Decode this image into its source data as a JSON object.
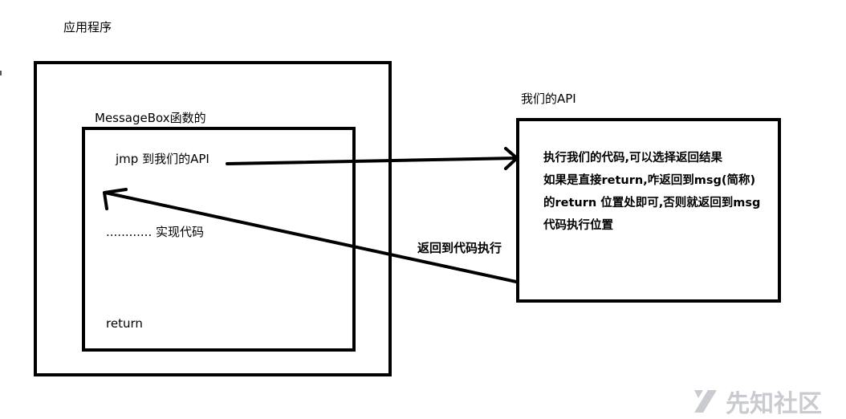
{
  "labels": {
    "app_title": "应用程序",
    "msgbox_title": "MessageBox函数的",
    "jmp_line": "jmp 到我们的API",
    "impl_line": "............ 实现代码",
    "return_line": "return",
    "api_title": "我们的API",
    "return_arrow_label": "返回到代码执行"
  },
  "api_desc": {
    "line1": "执行我们的代码,可以选择返回结果",
    "line2": "如果是直接return,咋返回到msg(简称)",
    "line3": "的return 位置处即可,否则就返回到msg",
    "line4": "代码执行位置"
  },
  "watermark": {
    "text": "先知社区"
  },
  "colors": {
    "line": "#000000",
    "watermark": "#c9cbd0",
    "background": "#ffffff"
  }
}
